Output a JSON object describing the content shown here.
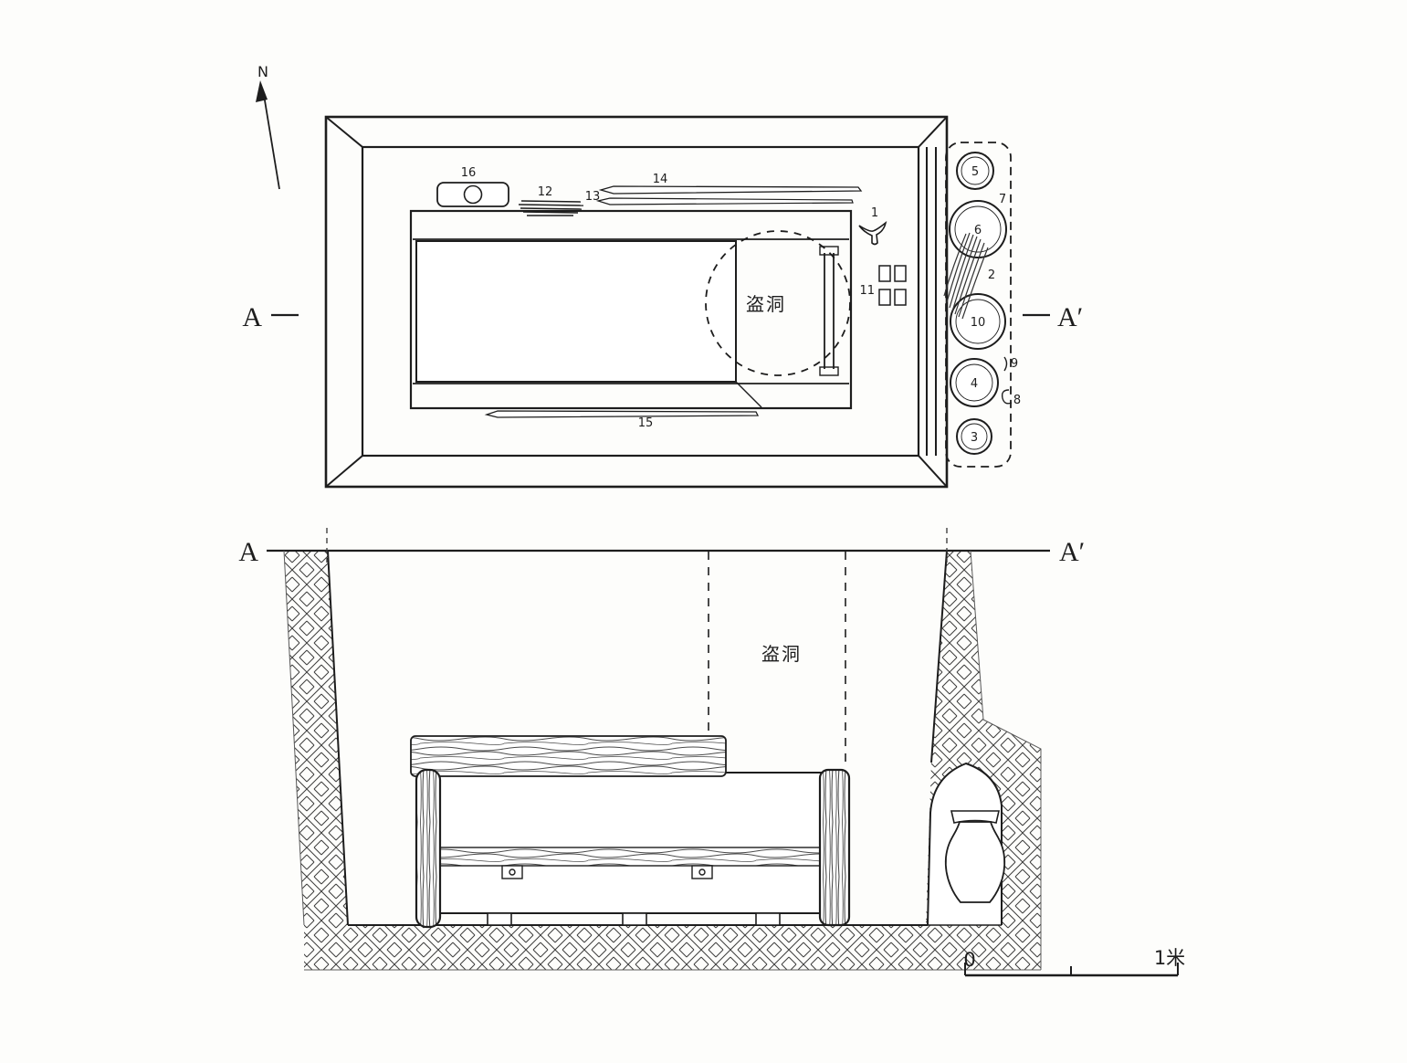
{
  "compass": {
    "north": "N"
  },
  "plan": {
    "marker_left": "A",
    "marker_right": "A′",
    "robber_hole": "盗洞",
    "labels": {
      "l1": "1",
      "l2": "2",
      "l3": "3",
      "l4": "4",
      "l5": "5",
      "l6": "6",
      "l7": "7",
      "l8": "8",
      "l9": "9",
      "l10": "10",
      "l11": "11",
      "l12": "12",
      "l13": "13",
      "l14": "14",
      "l15": "15",
      "l16": "16"
    }
  },
  "section": {
    "marker_left": "A",
    "marker_right": "A′",
    "robber_hole": "盗洞"
  },
  "scale_bar": {
    "zero": "0",
    "max": "1米"
  },
  "colors": {
    "ink": "#1d1d1d",
    "background": "#fdfdfb"
  }
}
